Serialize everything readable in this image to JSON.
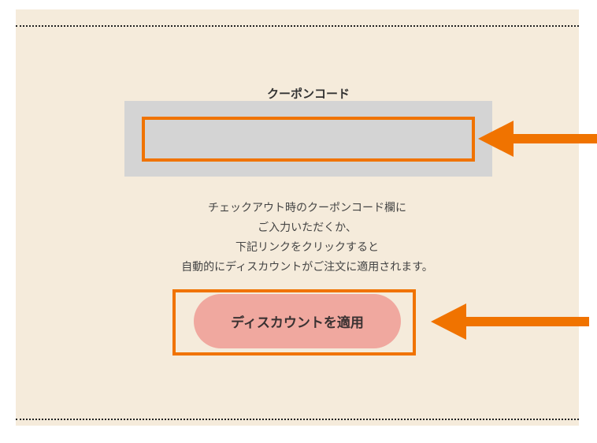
{
  "coupon": {
    "label": "クーポンコード",
    "code_value": ""
  },
  "description": [
    "チェックアウト時のクーポンコード欄に",
    "ご入力いただくか、",
    "下記リンクをクリックすると",
    "自動的にディスカウントがご注文に適用されます。"
  ],
  "apply_button": {
    "label": "ディスカウントを適用"
  },
  "colors": {
    "background": "#f5ebdb",
    "highlight": "#f07300",
    "button": "#f0a89f",
    "code_box": "#d4d4d4"
  }
}
